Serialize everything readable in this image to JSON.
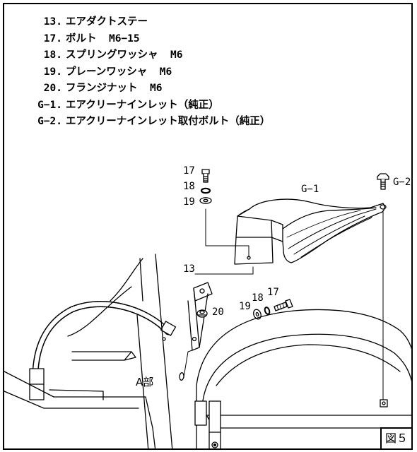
{
  "parts": [
    {
      "num": "13.",
      "label": "エアダクトステー"
    },
    {
      "num": "17.",
      "label": "ボルト  M6−15"
    },
    {
      "num": "18.",
      "label": "スプリングワッシャ  M6"
    },
    {
      "num": "19.",
      "label": "プレーンワッシャ  M6"
    },
    {
      "num": "20.",
      "label": "フランジナット  M6"
    },
    {
      "num": "G−1.",
      "label": "エアクリーナインレット（純正）"
    },
    {
      "num": "G−2.",
      "label": "エアクリーナインレット取付ボルト（純正）"
    }
  ],
  "callouts": {
    "c17_top": "17",
    "c18_top": "18",
    "c19_top": "19",
    "g1": "G−1",
    "g2": "G−2",
    "c13": "13",
    "c20": "20",
    "c19_side": "19",
    "c18_side": "18",
    "c17_side": "17",
    "a_part": "A部"
  },
  "figure_label": "図５"
}
